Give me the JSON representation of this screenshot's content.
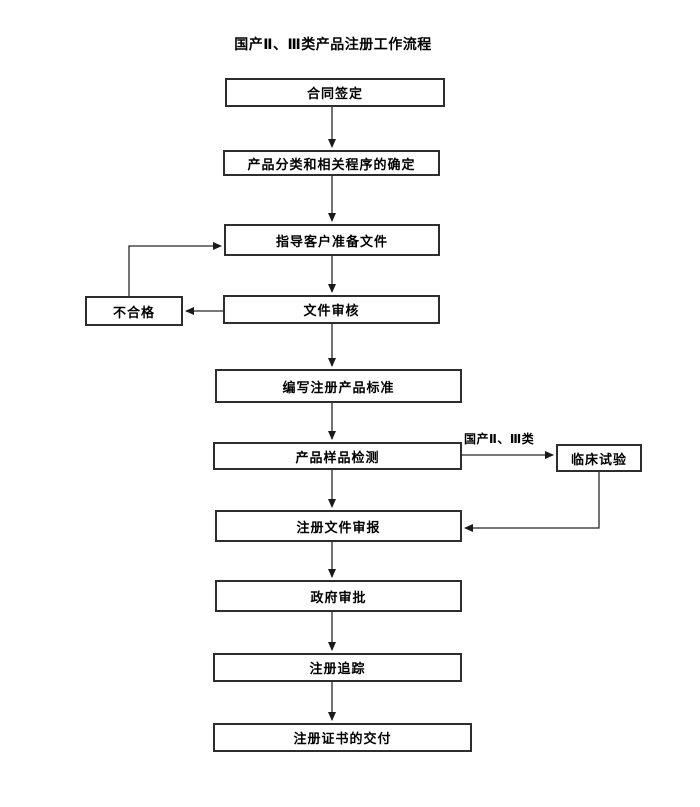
{
  "title": "国产Ⅱ、Ⅲ类产品注册工作流程",
  "flow": {
    "steps": [
      {
        "label": "合同签定"
      },
      {
        "label": "产品分类和相关程序的确定"
      },
      {
        "label": "指导客户准备文件"
      },
      {
        "label": "文件审核"
      },
      {
        "label": "编写注册产品标准"
      },
      {
        "label": "产品样品检测"
      },
      {
        "label": "注册文件审报"
      },
      {
        "label": "政府审批"
      },
      {
        "label": "注册追踪"
      },
      {
        "label": "注册证书的交付"
      }
    ],
    "branches": {
      "unqualified": {
        "label": "不合格"
      },
      "clinical_trial": {
        "label": "临床试验"
      },
      "clinical_condition": {
        "label": "国产Ⅱ、Ⅲ类"
      }
    }
  },
  "colors": {
    "background": "#ffffff",
    "line": "#262626",
    "box_border": "#2d2d2d",
    "text": "#000000"
  }
}
